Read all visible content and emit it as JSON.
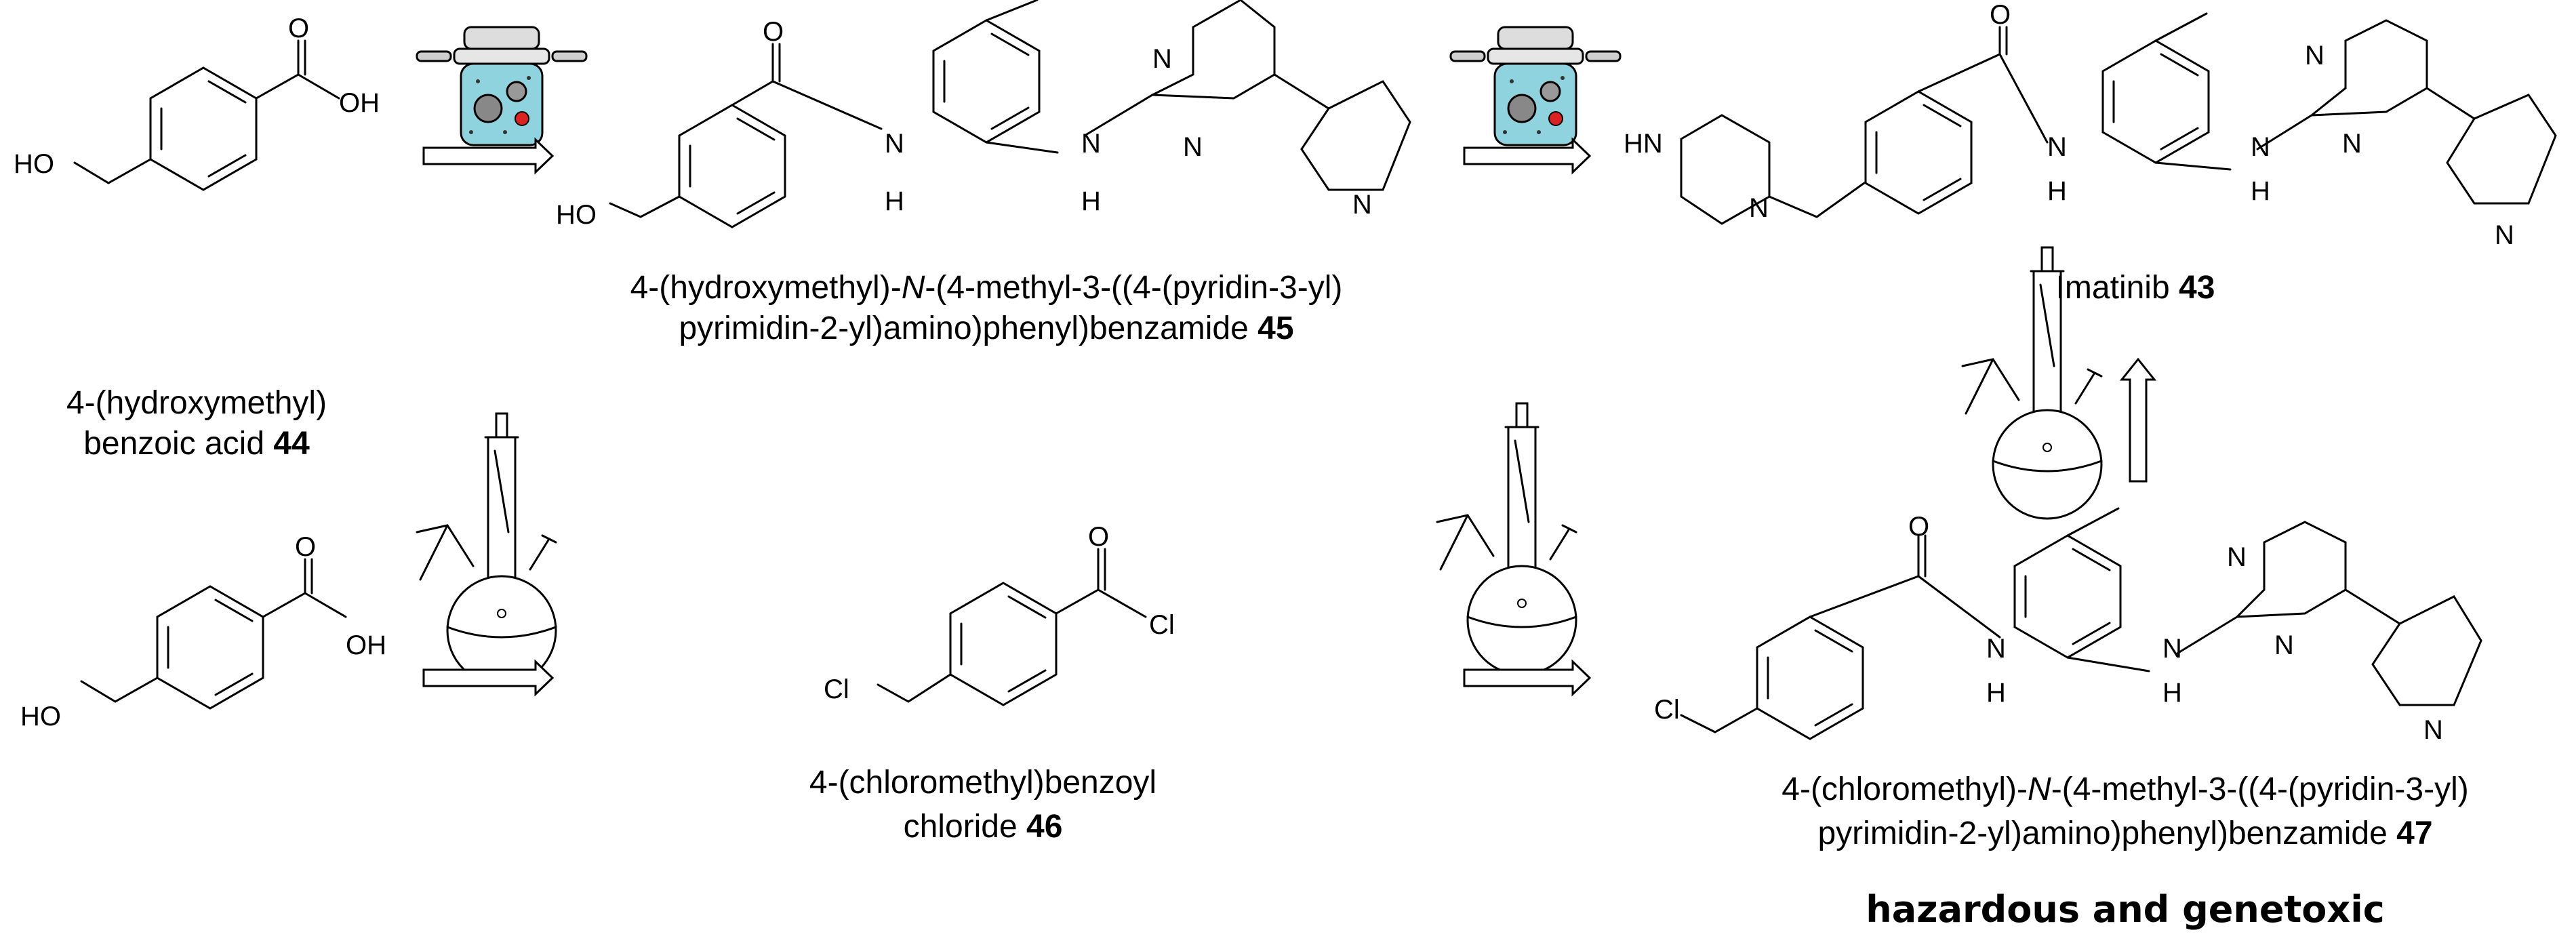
{
  "atoms": {
    "O": "O",
    "OH": "OH",
    "HO": "HO",
    "N": "N",
    "H": "H",
    "HN": "HN",
    "Cl": "Cl"
  },
  "compounds": {
    "c44": {
      "name_line1": "4-(hydroxymethyl)",
      "name_line2": "benzoic acid",
      "number": "44"
    },
    "c45": {
      "name_line1_a": "4-(hydroxymethyl)-",
      "name_line1_italic": "N",
      "name_line1_b": "-(4-methyl-3-((4-(pyridin-3-yl)",
      "name_line2": "pyrimidin-2-yl)amino)phenyl)benzamide",
      "number": "45"
    },
    "c43": {
      "name": "Imatinib",
      "number": "43"
    },
    "c46": {
      "name_line1": "4-(chloromethyl)benzoyl",
      "name_line2": "chloride",
      "number": "46"
    },
    "c47": {
      "name_line1_a": "4-(chloromethyl)-",
      "name_line1_italic": "N",
      "name_line1_b": "-(4-methyl-3-((4-(pyridin-3-yl)",
      "name_line2": "pyrimidin-2-yl)amino)phenyl)benzamide",
      "number": "47"
    }
  },
  "note": "hazardous and genetoxic",
  "equipment": {
    "ball_mill": "ball-mill-jar-icon",
    "flask_setup": "round-bottom-flask-reflux-icon"
  }
}
